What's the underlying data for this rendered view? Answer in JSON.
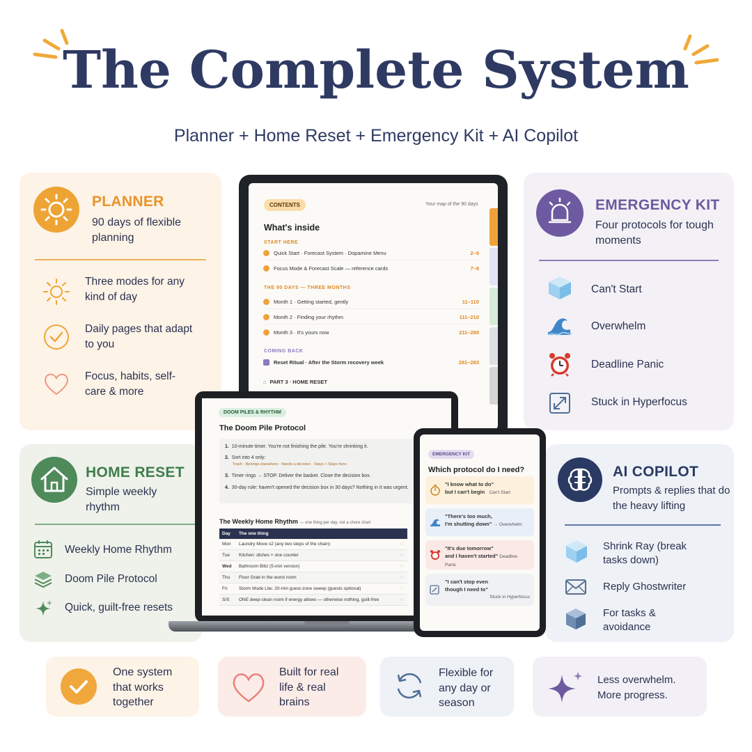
{
  "header": {
    "title": "The Complete System",
    "subtitle": "Planner + Home Reset + Emergency Kit + AI Copilot"
  },
  "planner": {
    "title": "PLANNER",
    "desc": "90 days of flexible planning",
    "items": [
      {
        "icon": "sun-icon",
        "text": "Three modes for any kind of day"
      },
      {
        "icon": "check-circle-icon",
        "text": "Daily pages that adapt to you"
      },
      {
        "icon": "heart-icon",
        "text": "Focus, habits, self-care & more"
      }
    ]
  },
  "emergency": {
    "title": "EMERGENCY KIT",
    "desc": "Four protocols for tough moments",
    "items": [
      {
        "icon": "cube-icon",
        "text": "Can't Start"
      },
      {
        "icon": "wave-icon",
        "text": "Overwhelm"
      },
      {
        "icon": "alarm-clock-icon",
        "text": "Deadline Panic"
      },
      {
        "icon": "expand-icon",
        "text": "Stuck in Hyperfocus"
      }
    ]
  },
  "home_reset": {
    "title": "HOME RESET",
    "desc": "Simple weekly rhythm",
    "items": [
      {
        "icon": "calendar-icon",
        "text": "Weekly Home Rhythm"
      },
      {
        "icon": "layers-icon",
        "text": "Doom Pile Protocol"
      },
      {
        "icon": "sparkle-icon",
        "text": "Quick, guilt-free resets"
      }
    ]
  },
  "ai_copilot": {
    "title": "AI COPILOT",
    "desc": "Prompts & replies that do the heavy lifting",
    "items": [
      {
        "icon": "cube-icon",
        "text": "Shrink Ray (break tasks down)"
      },
      {
        "icon": "envelope-icon",
        "text": "Reply Ghostwriter"
      },
      {
        "icon": "box-icon",
        "text": "For tasks & avoidance"
      }
    ]
  },
  "tablet": {
    "pill": "CONTENTS",
    "right_label": "Your map of the 90 days",
    "heading": "What's inside",
    "sec1": "START HERE",
    "row1": {
      "text": "Quick Start · Forecast System · Dopamine Menu",
      "pages": "2–6"
    },
    "row2": {
      "text": "Focus Mode & Forecast Scale — reference cards",
      "pages": "7–8"
    },
    "sec2": "THE 90 DAYS — THREE MONTHS",
    "row3": {
      "text": "Month 1 · Getting started, gently",
      "pages": "11–110"
    },
    "row4": {
      "text": "Month 2 · Finding your rhythm",
      "pages": "111–210"
    },
    "row5": {
      "text": "Month 3 · It's yours now",
      "pages": "211–280"
    },
    "sec3": "COMING BACK",
    "row6": {
      "text": "Reset Ritual · After the Storm recovery week",
      "pages": "281–283"
    },
    "row7": "PART 3 · HOME RESET"
  },
  "laptop": {
    "pill": "DOOM PILES & RHYTHM",
    "heading": "The Doom Pile Protocol",
    "steps": [
      "10-minute timer. You're not finishing the pile. You're shrinking it.",
      "Sort into 4 only:",
      "Timer rings → STOP. Deliver the basket. Close the decision box.",
      "30-day rule: haven't opened the decision box in 30 days? Nothing in it was urgent."
    ],
    "step2_sub": "Trash · Belongs elsewhere · Needs a decision · Stays + Stays here",
    "rhythm_title": "The Weekly Home Rhythm",
    "rhythm_note": "— one thing per day, not a chore chart",
    "col_day": "Day",
    "col_thing": "The one thing",
    "rows": [
      {
        "day": "Mon",
        "thing": "Laundry Move x2 (any two steps of the chain)"
      },
      {
        "day": "Tue",
        "thing": "Kitchen: dishes + one counter"
      },
      {
        "day": "Wed",
        "thing": "Bathroom Blitz (5-min version)"
      },
      {
        "day": "Thu",
        "thing": "Floor Grab in the worst room"
      },
      {
        "day": "Fri",
        "thing": "Storm Mode Lite: 20-min guest-zone sweep (guests optional)"
      },
      {
        "day": "S/S",
        "thing": "ONE deep-clean room if energy allows — otherwise nothing, guilt-free"
      }
    ]
  },
  "phone": {
    "pill": "EMERGENCY KIT",
    "heading": "Which protocol do I need?",
    "cards": [
      {
        "line1": "\"I know what to do\"",
        "line2": "but I can't begin",
        "label": "Can't Start"
      },
      {
        "line1": "\"There's too much,",
        "line2": "I'm shutting down\"",
        "label": "→ Overwhelm"
      },
      {
        "line1": "\"It's due tomorrow\"",
        "line2": "and I haven't started\"",
        "label": "Deadline Panic"
      },
      {
        "line1": "\"I can't stop even",
        "line2": "though I need to\"",
        "label": "Stuck in Hyperfocus"
      }
    ]
  },
  "bottom": [
    {
      "icon": "check-circle-icon",
      "text": "One system that works together"
    },
    {
      "icon": "heart-icon",
      "text": "Built for real life & real brains"
    },
    {
      "icon": "refresh-icon",
      "text": "Flexible for any day or season"
    },
    {
      "icon": "sparkle-icon",
      "text": "Less overwhelm. More progress."
    }
  ],
  "colors": {
    "navy": "#2f3a63",
    "orange": "#e8942a",
    "purple": "#6c5a9e",
    "green": "#3f7d4c"
  }
}
